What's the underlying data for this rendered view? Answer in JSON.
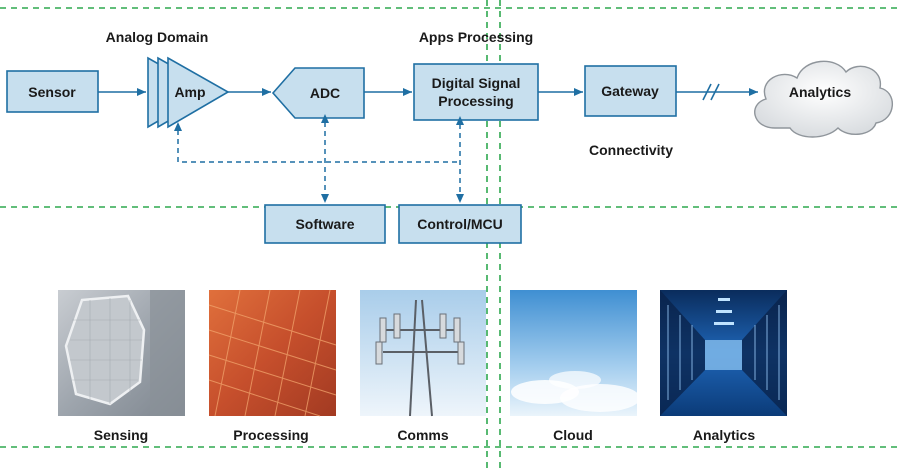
{
  "regions": {
    "analog_domain": "Analog Domain",
    "apps_processing": "Apps Processing",
    "connectivity": "Connectivity"
  },
  "blocks": {
    "sensor": "Sensor",
    "amp": "Amp",
    "adc": "ADC",
    "dsp_line1": "Digital Signal",
    "dsp_line2": "Processing",
    "gateway": "Gateway",
    "cloud": "Analytics",
    "software": "Software",
    "control": "Control/MCU"
  },
  "photos": {
    "sensing": "Sensing",
    "processing": "Processing",
    "comms": "Comms",
    "cloud": "Cloud",
    "analytics": "Analytics"
  },
  "colors": {
    "block_fill": "#c7dfee",
    "block_stroke": "#1f6fa3",
    "zone_line": "#2fa84f"
  }
}
